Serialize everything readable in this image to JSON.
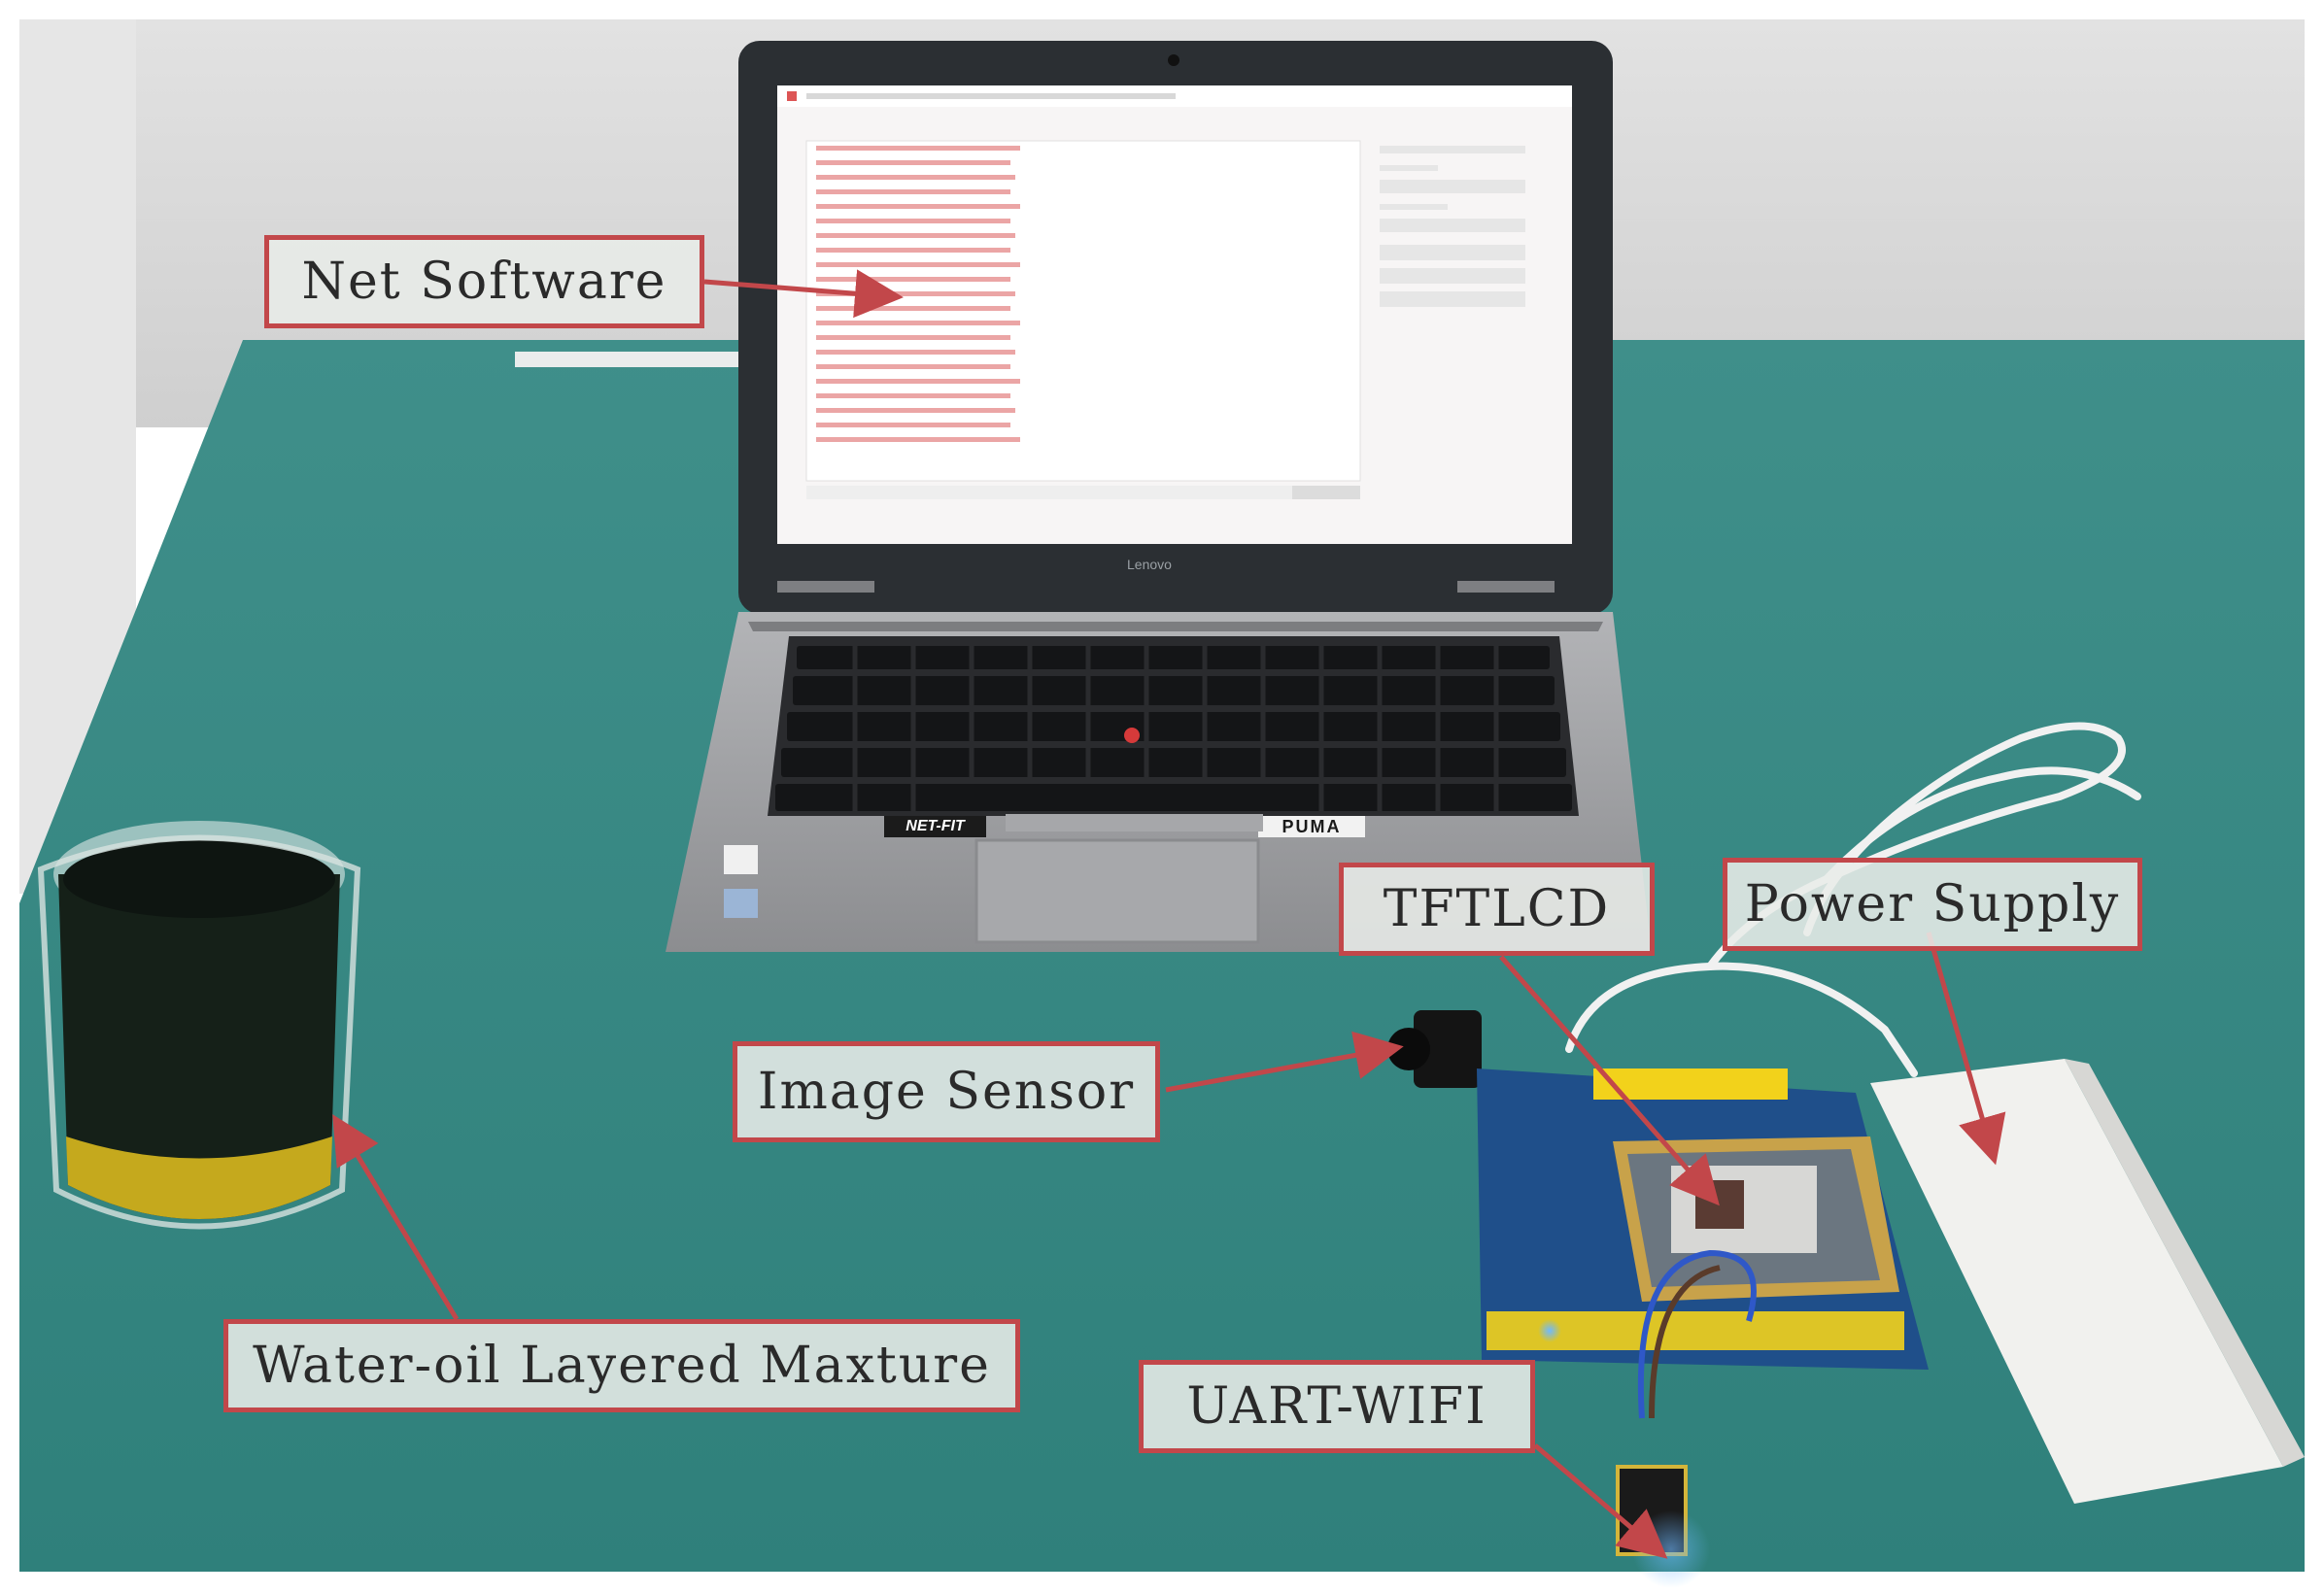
{
  "figure": {
    "labels": {
      "net_software": "Net Software",
      "tftlcd": "TFTLCD",
      "power_supply": "Power Supply",
      "image_sensor": "Image Sensor",
      "mixture": "Water-oil Layered Maxture",
      "uart_wifi": "UART-WIFI"
    },
    "laptop_brand": "Lenovo",
    "keyboard_stickers": [
      "NET-FIT",
      "PUMA"
    ]
  },
  "colors": {
    "callout_border": "#c2474a",
    "arrow": "#c2474a",
    "table": "#3b8b86",
    "wall": "#d9d9d9",
    "laptop_body": "#9a9b9e",
    "screen_bg": "#f7f5f5",
    "screen_text": "#e8a0a0",
    "oil": "#152018",
    "water": "#c5a91d",
    "board": "#1f4f8a",
    "power_bank": "#f1f1ee"
  }
}
